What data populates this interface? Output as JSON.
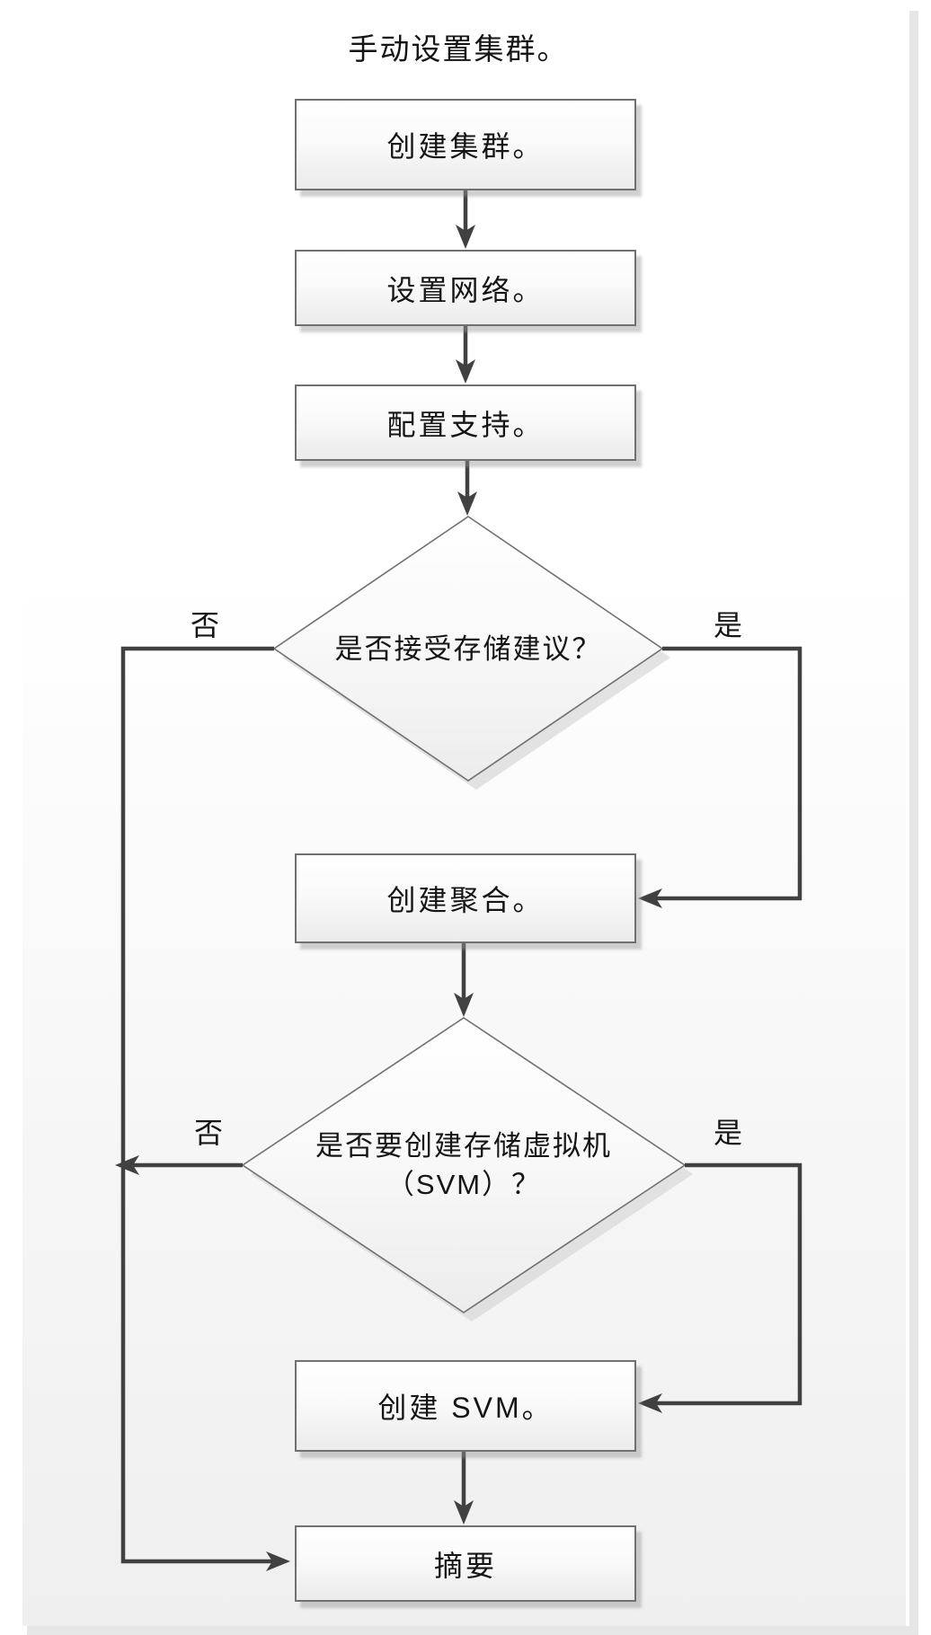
{
  "page": {
    "title": "手动设置集群。"
  },
  "colors": {
    "connector_line": "#414141",
    "shape_border": "#707070",
    "shape_fill_top": "#ffffff",
    "shape_fill_bottom": "#ebebeb",
    "shadow": "#d9d9d9",
    "page_bottom": "#efefef",
    "edge_strip": "#e6e6e6",
    "text": "#151515"
  },
  "flowchart": {
    "steps": [
      {
        "id": "create-cluster",
        "label": "创建集群。"
      },
      {
        "id": "setup-network",
        "label": "设置网络。"
      },
      {
        "id": "configure-support",
        "label": "配置支持。"
      },
      {
        "id": "create-aggregates",
        "label": "创建聚合。"
      },
      {
        "id": "create-svm",
        "label": "创建 SVM。"
      },
      {
        "id": "summary",
        "label": "摘要"
      }
    ],
    "decisions": [
      {
        "id": "accept-storage-recommendations",
        "label": "是否接受存储建议？",
        "label_line2": "",
        "yes_label": "是",
        "no_label": "否"
      },
      {
        "id": "create-storage-vm",
        "label": "是否要创建存储虚拟机",
        "label_line2": "（SVM）？",
        "yes_label": "是",
        "no_label": "否"
      }
    ]
  }
}
